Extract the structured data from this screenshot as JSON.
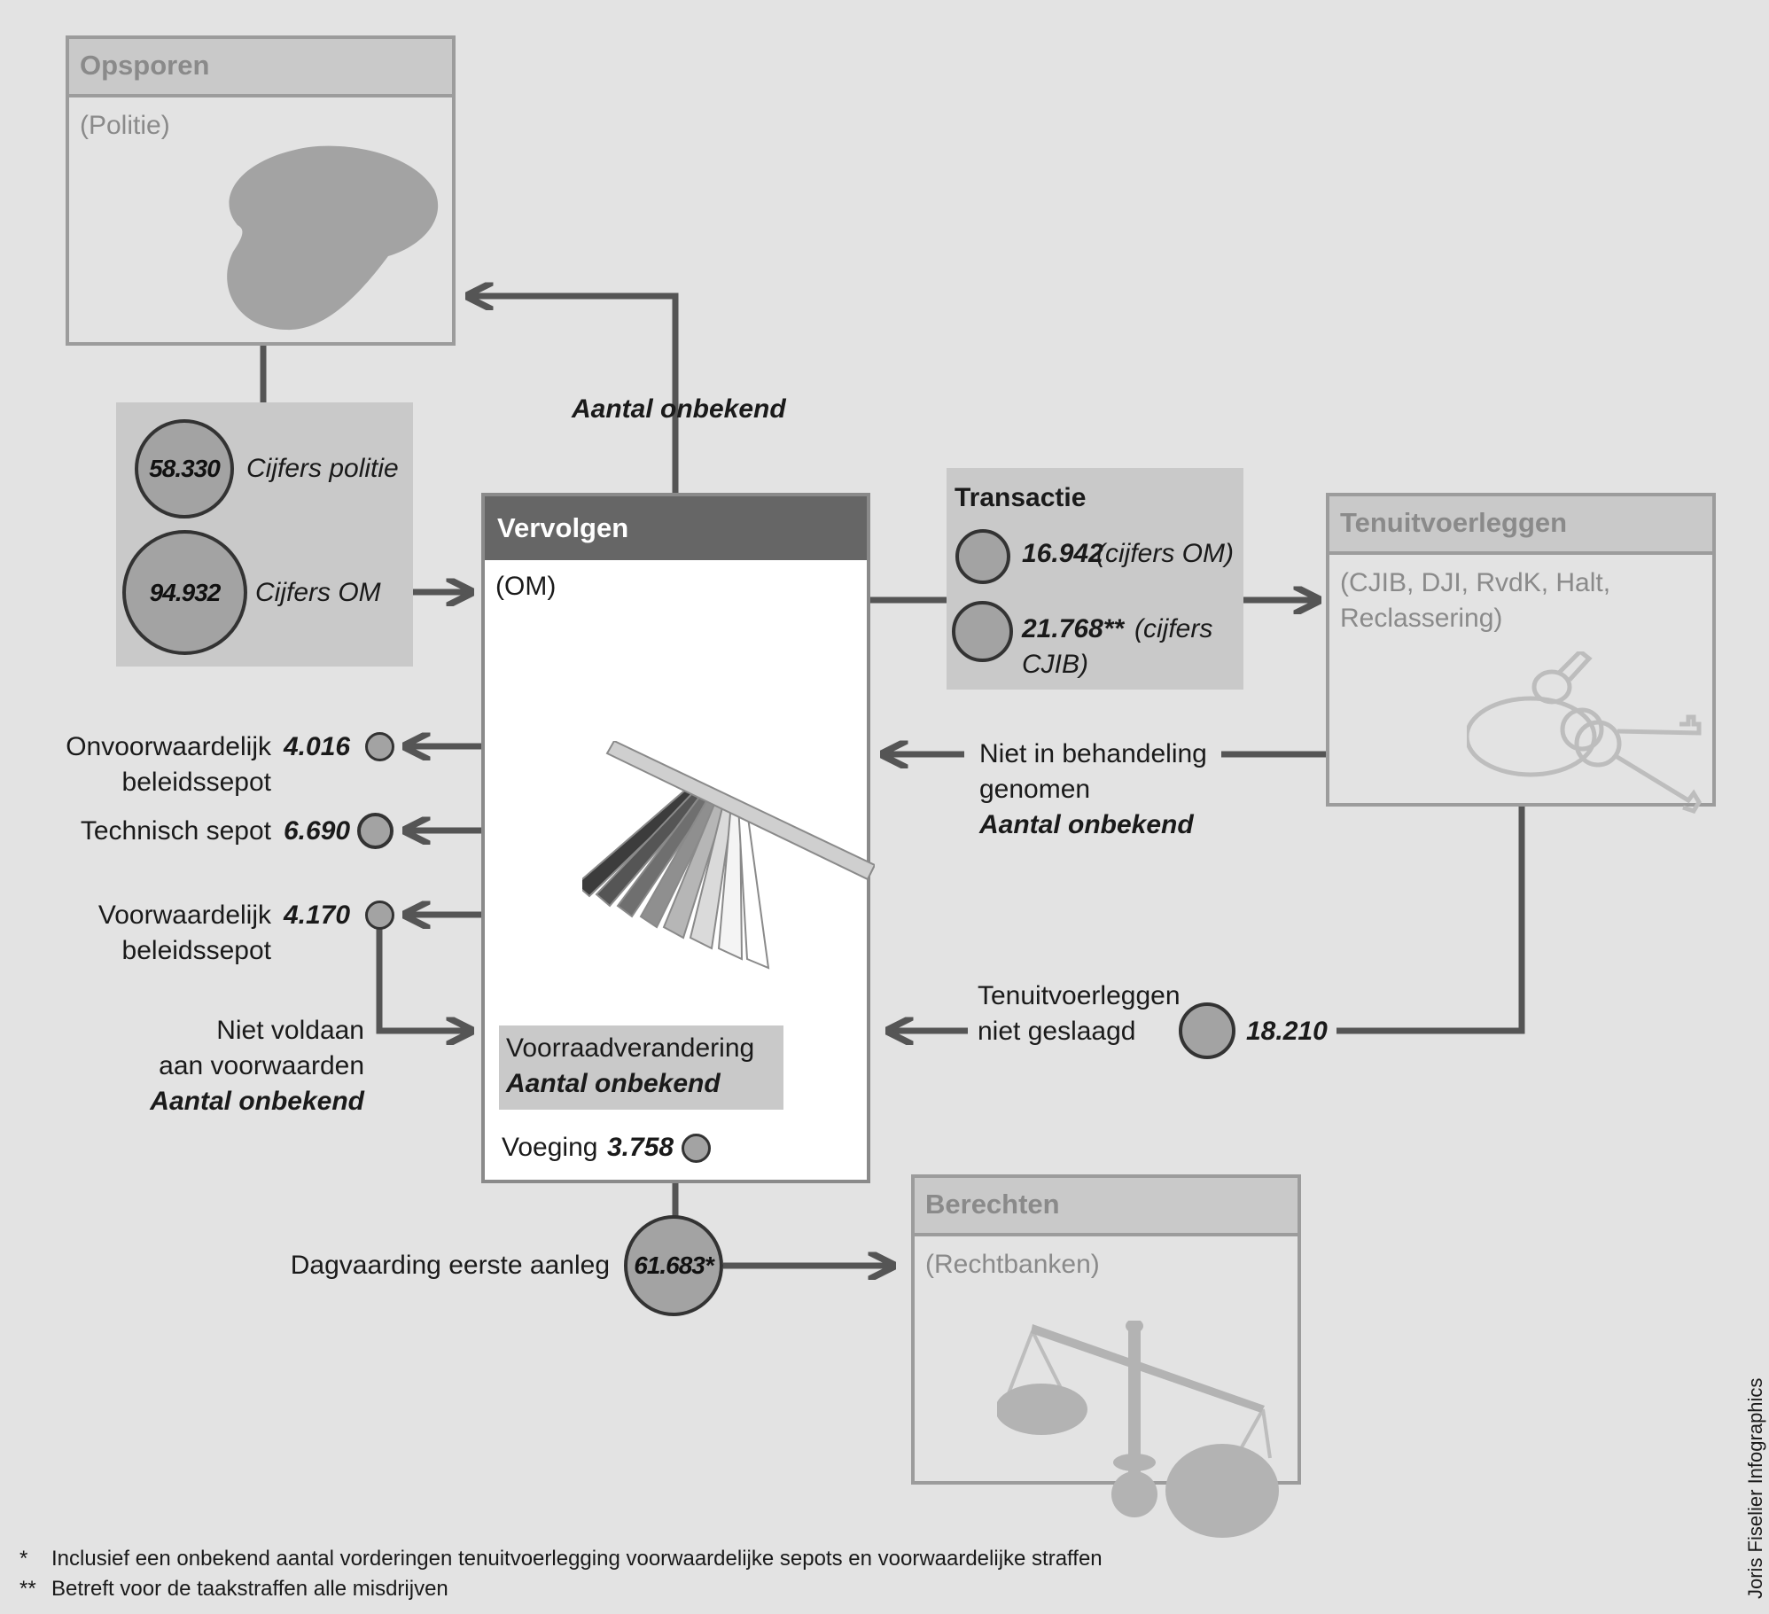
{
  "opsporen": {
    "title": "Opsporen",
    "subtitle": "(Politie)"
  },
  "arrow_up_label": "Aantal onbekend",
  "intake": {
    "politie_value": "58.330",
    "politie_label": "Cijfers politie",
    "om_value": "94.932",
    "om_label": "Cijfers OM"
  },
  "vervolgen": {
    "title": "Vervolgen",
    "subtitle": "(OM)",
    "voorraad_label": "Voorraadverandering",
    "voorraad_value": "Aantal onbekend",
    "voeging_label": "Voeging",
    "voeging_value": "3.758"
  },
  "transactie": {
    "title": "Transactie",
    "om_value": "16.942",
    "om_label": "(cijfers OM)",
    "cjib_value": "21.768**",
    "cjib_label_1": "(cijfers",
    "cjib_label_2": "CJIB)"
  },
  "tenuitvoerleggen": {
    "title": "Tenuitvoerleggen",
    "subtitle_1": "(CJIB, DJI, RvdK, Halt,",
    "subtitle_2": "Reclassering)"
  },
  "niet_in_behandeling": {
    "line1": "Niet in behandeling",
    "line2": "genomen",
    "value": "Aantal onbekend"
  },
  "tenuitvoer_niet_geslaagd": {
    "line1": "Tenuitvoerleggen",
    "line2": "niet geslaagd",
    "value": "18.210"
  },
  "outflows": {
    "onvoorwaardelijk": {
      "line1": "Onvoorwaardelijk",
      "line2": "beleidssepot",
      "value": "4.016"
    },
    "technisch": {
      "label": "Technisch sepot",
      "value": "6.690"
    },
    "voorwaardelijk": {
      "line1": "Voorwaardelijk",
      "line2": "beleidssepot",
      "value": "4.170"
    }
  },
  "niet_voldaan": {
    "line1": "Niet voldaan",
    "line2": "aan voorwaarden",
    "value": "Aantal onbekend"
  },
  "dagvaarding": {
    "label": "Dagvaarding eerste aanleg",
    "value": "61.683*"
  },
  "berechten": {
    "title": "Berechten",
    "subtitle": "(Rechtbanken)"
  },
  "footnotes": {
    "star1_marker": "*",
    "star1_text": "Inclusief een onbekend aantal vorderingen tenuitvoerlegging voorwaardelijke sepots en voorwaardelijke straffen",
    "star2_marker": "**",
    "star2_text": "Betreft voor de taakstraffen alle misdrijven"
  },
  "credit": "Joris Fiselier Infographics",
  "colors": {
    "background": "#e3e3e3",
    "panel": "#c9c9c9",
    "box_border": "#9c9c9c",
    "connector": "#555555",
    "circle_fill": "#a3a3a3",
    "vervolgen_header": "#666666"
  },
  "icons": {
    "opsporen": "map-blob-icon",
    "vervolgen": "paper-strips-icon",
    "tenuitvoerleggen": "keys-icon",
    "berechten": "scales-icon"
  }
}
